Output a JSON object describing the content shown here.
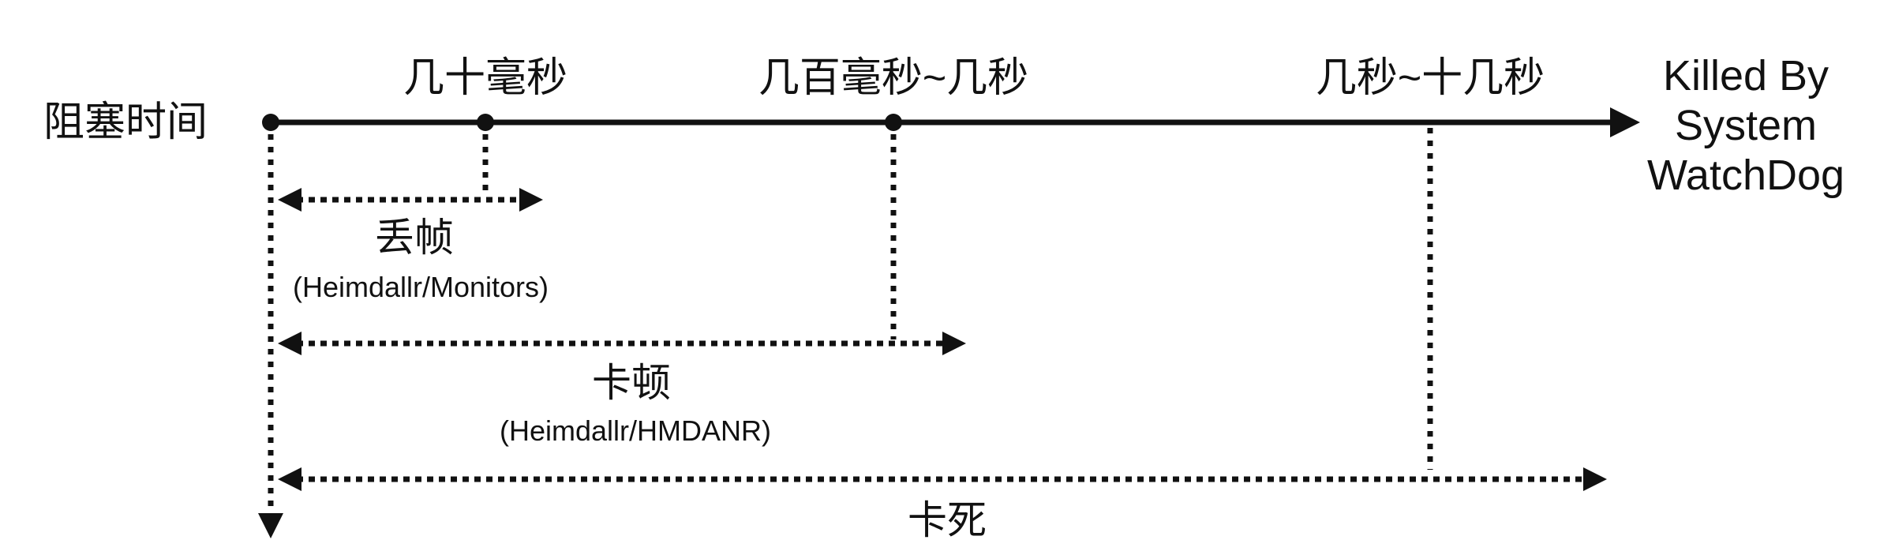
{
  "diagram": {
    "axis": {
      "start_label": "阻塞时间",
      "ticks": [
        "几十毫秒",
        "几百毫秒~几秒",
        "几秒~十几秒"
      ],
      "end_label_lines": [
        "Killed By",
        "System",
        "WatchDog"
      ]
    },
    "ranges": [
      {
        "name": "丢帧",
        "monitor": "(Heimdallr/Monitors)"
      },
      {
        "name": "卡顿",
        "monitor": "(Heimdallr/HMDANR)"
      },
      {
        "name": "卡死",
        "monitor": ""
      }
    ],
    "colors": {
      "ink": "#111111",
      "background": "#ffffff"
    }
  }
}
